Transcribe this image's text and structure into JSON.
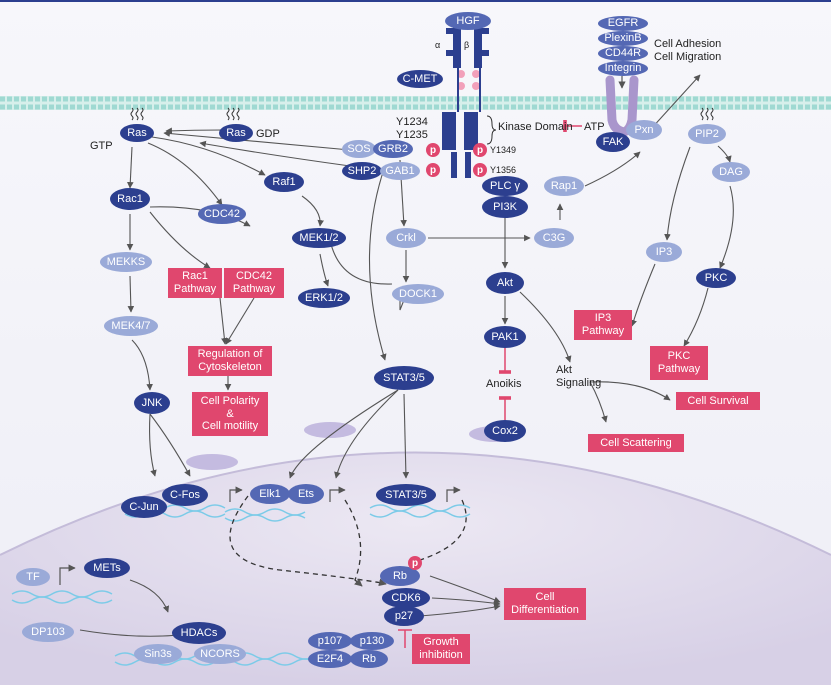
{
  "ligand": {
    "hgf": "HGF",
    "alpha": "α",
    "beta": "β"
  },
  "receptor": {
    "cmet": "C-MET",
    "y1234": "Y1234",
    "y1235": "Y1235",
    "kinase_domain": "Kinase Domain",
    "atp": "ATP",
    "y1349": "Y1349",
    "y1356": "Y1356",
    "p": "p"
  },
  "coreceptors": {
    "egfr": "EGFR",
    "plexinb": "PlexinB",
    "cd44r": "CD44R",
    "integrin": "Integrin",
    "cell_adhesion_migration": "Cell Adhesion\nCell Migration"
  },
  "nodes": {
    "ras_gtp": "Ras",
    "ras_gdp": "Ras",
    "gtp": "GTP",
    "gdp": "GDP",
    "sos": "SOS",
    "grb2": "GRB2",
    "shp2": "SHP2",
    "gab1": "GAB1",
    "plcg": "PLC γ",
    "pi3k": "PI3K",
    "rap1": "Rap1",
    "fak": "FAK",
    "pxn": "Pxn",
    "pip2": "PIP2",
    "dag": "DAG",
    "rac1": "Rac1",
    "cdc42": "CDC42",
    "raf1": "Raf1",
    "mek12": "MEK1/2",
    "crkl": "Crkl",
    "c3g": "C3G",
    "mekks": "MEKKS",
    "mek47": "MEK4/7",
    "erk12": "ERK1/2",
    "dock1": "DOCK1",
    "akt": "Akt",
    "ip3": "IP3",
    "pkc": "PKC",
    "pak1": "PAK1",
    "jnk": "JNK",
    "stat35": "STAT3/5",
    "cox2": "Cox2",
    "cjun": "C-Jun",
    "cfos": "C-Fos",
    "elk1": "Elk1",
    "ets": "Ets",
    "stat35_nuc": "STAT3/5",
    "rb": "Rb",
    "cdk6": "CDK6",
    "p27": "p27",
    "tf": "TF",
    "mets": "METs",
    "dp103": "DP103",
    "hdacs": "HDACs",
    "sin3s": "Sin3s",
    "ncors": "NCORS",
    "p107": "p107",
    "p130": "p130",
    "e2f4": "E2F4",
    "rb2": "Rb"
  },
  "labels": {
    "anoikis": "Anoikis",
    "akt_signaling": "Akt\nSignaling"
  },
  "outcomes": {
    "rac1_pathway": "Rac1\nPathway",
    "cdc42_pathway": "CDC42\nPathway",
    "regulation_cytoskeleton": "Regulation of\nCytoskeleton",
    "cell_polarity_motility": "Cell Polarity\n&\nCell motility",
    "ip3_pathway": "IP3\nPathway",
    "pkc_pathway": "PKC\nPathway",
    "cell_survival": "Cell Survival",
    "cell_scattering": "Cell Scattering",
    "cell_differentiation": "Cell\nDifferentiation",
    "growth_inhibition": "Growth\ninhibition"
  },
  "colors": {
    "dark_node": "#2c3f8f",
    "mid_node": "#5468b4",
    "light_node": "#9aaad8",
    "outcome_box": "#e0476e",
    "arrow": "#555555",
    "inhibit": "#e0476e",
    "membrane": "#9fd9d2",
    "nucleus": "#dcd6ea",
    "dna": "#7ccbe8"
  }
}
